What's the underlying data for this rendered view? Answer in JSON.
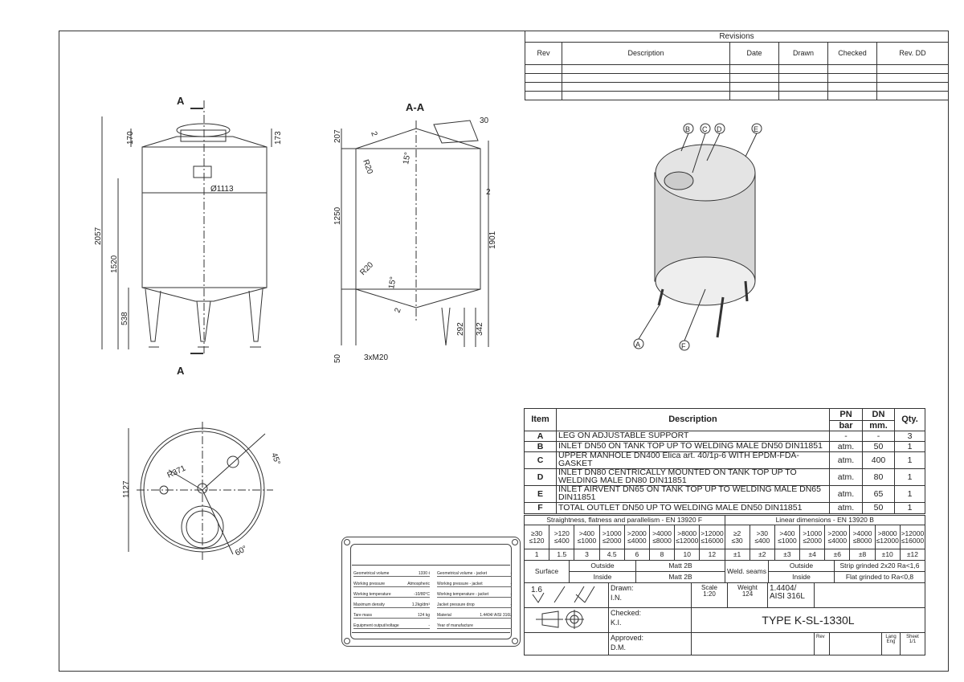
{
  "revisions": {
    "title": "Revisions",
    "headers": [
      "Rev",
      "Description",
      "Date",
      "Drawn",
      "Checked",
      "Rev. DD"
    ]
  },
  "views": {
    "front": {
      "section_mark": "A",
      "diameter": "Ø1113",
      "dims": [
        "2057",
        "1520",
        "538",
        "170",
        "173"
      ]
    },
    "section": {
      "title": "A-A",
      "dims": [
        "207",
        "1250",
        "1901",
        "292",
        "342",
        "50",
        "3xM20",
        "2",
        "30",
        "R20",
        "R20",
        "15°",
        "15°",
        "2",
        "2"
      ]
    },
    "top": {
      "dims": [
        "1127",
        "R371",
        "45°",
        "60°"
      ]
    },
    "iso": {
      "callouts": [
        "A",
        "B",
        "C",
        "D",
        "E",
        "F"
      ]
    }
  },
  "items": {
    "headers": {
      "item": "Item",
      "description": "Description",
      "pn": "PN",
      "dn": "DN",
      "qty": "Qty.",
      "pn_unit": "bar",
      "dn_unit": "mm."
    },
    "rows": [
      {
        "item": "A",
        "description": "LEG ON ADJUSTABLE SUPPORT",
        "pn": "-",
        "dn": "-",
        "qty": "3"
      },
      {
        "item": "B",
        "description": "INLET DN50 ON TANK TOP UP TO WELDING MALE DN50 DIN11851",
        "pn": "atm.",
        "dn": "50",
        "qty": "1"
      },
      {
        "item": "C",
        "description": "UPPER MANHOLE DN400 Elica art. 40/1p-6 WITH EPDM-FDA-GASKET",
        "pn": "atm.",
        "dn": "400",
        "qty": "1"
      },
      {
        "item": "D",
        "description": "INLET DN80 CENTRICALLY MOUNTED ON TANK TOP UP TO WELDING MALE DN80 DIN11851",
        "pn": "atm.",
        "dn": "80",
        "qty": "1"
      },
      {
        "item": "E",
        "description": "INLET AIRVENT DN65 ON TANK TOP UP TO WELDING MALE DN65 DIN11851",
        "pn": "atm.",
        "dn": "65",
        "qty": "1"
      },
      {
        "item": "F",
        "description": "TOTAL OUTLET DN50 UP TO WELDING MALE DN50 DIN11851",
        "pn": "atm.",
        "dn": "50",
        "qty": "1"
      }
    ]
  },
  "tolerances": {
    "straightness_title": "Straightness, flatness and parallelism - EN 13920 F",
    "linear_title": "Linear dimensions - EN 13920 B",
    "straightness_ranges": [
      "≥30 ≤120",
      ">120 ≤400",
      ">400 ≤1000",
      ">1000 ≤2000",
      ">2000 ≤4000",
      ">4000 ≤8000",
      ">8000 ≤12000",
      ">12000 ≤16000"
    ],
    "straightness_values": [
      "1",
      "1.5",
      "3",
      "4.5",
      "6",
      "8",
      "10",
      "12"
    ],
    "linear_ranges": [
      "≥2 ≤30",
      ">30 ≤400",
      ">400 ≤1000",
      ">1000 ≤2000",
      ">2000 ≤4000",
      ">4000 ≤8000",
      ">8000 ≤12000",
      ">12000 ≤16000"
    ],
    "linear_values": [
      "±1",
      "±2",
      "±3",
      "±4",
      "±6",
      "±8",
      "±10",
      "±12"
    ]
  },
  "surface": {
    "label": "Surface",
    "outside": "Outside",
    "inside": "Inside",
    "outside_value": "Matt 2B",
    "inside_value": "Matt 2B",
    "weld_label": "Weld. seams",
    "weld_outside": "Outside",
    "weld_inside": "Inside",
    "weld_outside_value": "Strip grinded 2x20 Ra<1,6",
    "weld_inside_value": "Flat grinded to Ra<0,8"
  },
  "title_block": {
    "roughness": "1.6",
    "drawn_label": "Drawn:",
    "drawn": "I.N.",
    "checked_label": "Checked:",
    "checked": "K.I.",
    "approved_label": "Approved:",
    "approved": "D.M.",
    "scale_label": "Scale",
    "scale": "1:20",
    "weight_label": "Weight",
    "weight": "124",
    "material": "1.4404/ AISI 316L",
    "title": "TYPE K-SL-1330L",
    "rev_label": "Rev",
    "lang_label": "Lang",
    "lang": "Eng",
    "sheet_label": "Sheet",
    "sheet": "1/1"
  },
  "nameplate": {
    "left": [
      [
        "Geometrical volume",
        "1330 ℓ"
      ],
      [
        "Working pressure",
        "Atmospheric"
      ],
      [
        "Working temperature",
        "-10/80°C"
      ],
      [
        "Maximum density",
        "1.2kg/dm³"
      ],
      [
        "Tare mass",
        "124  kg"
      ],
      [
        "Equipment output/voltage",
        "-"
      ]
    ],
    "right": [
      [
        "Geometrical volume - jacket",
        "-"
      ],
      [
        "Working pressure - jacket",
        "-"
      ],
      [
        "Working temperature - jacket",
        "-"
      ],
      [
        "Jacket pressure drop",
        "-"
      ],
      [
        "Material",
        "1.4404/ AISI 316L"
      ],
      [
        "Year of manufacture",
        ""
      ]
    ]
  }
}
